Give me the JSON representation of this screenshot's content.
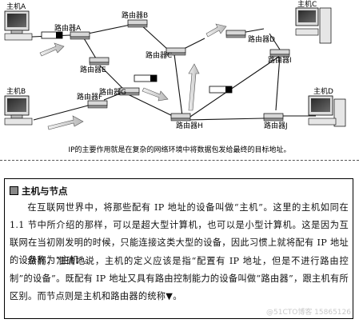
{
  "diagram": {
    "hosts": [
      "主机A",
      "主机B",
      "主机C",
      "主机D"
    ],
    "routers": [
      "路由器A",
      "路由器B",
      "路由器C",
      "路由器D",
      "路由器E",
      "路由器F",
      "路由器G",
      "路由器H",
      "路由器I",
      "路由器J"
    ],
    "caption": "IP的主要作用就是在复杂的网络环境中将数据包发给最终的目标地址。"
  },
  "note": {
    "title": "主机与节点",
    "para1": "在互联网世界中，将那些配有 IP 地址的设备叫做“主机”。这里的主机如同在 1.1 节中所介绍的那样，可以是超大型计算机，也可以是小型计算机。这是因为互联网在当初刚发明的时候，只能连接这类大型的设备，因此习惯上就将配有 IP 地址的设备称为“主机”。",
    "para2": "然而，准确地说，主机的定义应该是指“配置有 IP 地址，但是不进行路由控制”的设备”。既配有 IP 地址又具有路由控制能力的设备叫做“路由器”，跟主机有所区别。而节点则是主机和路由器的统称▼。"
  },
  "watermark": "@51CTO博客 15865126",
  "colors": {
    "router_top": "#d8d8d8",
    "router_side": "#9a9a9a",
    "arrow": "#cfcfcf",
    "line": "#111111"
  }
}
